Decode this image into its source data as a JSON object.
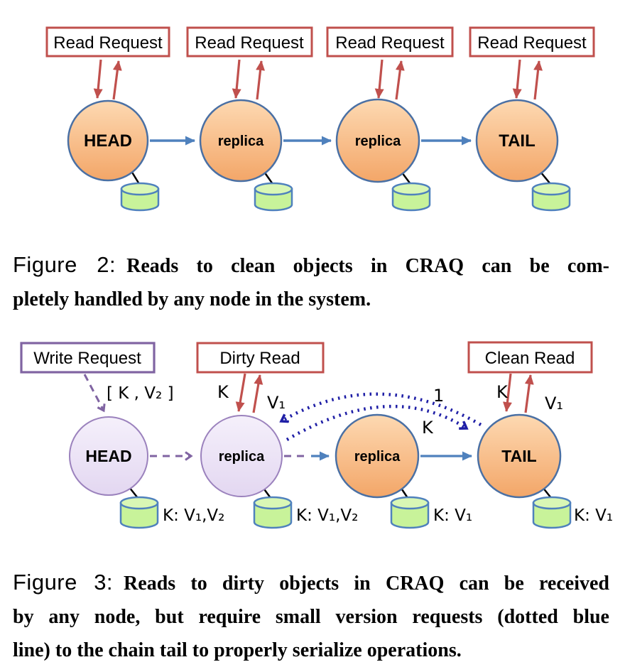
{
  "figure2": {
    "request_boxes": [
      "Read Request",
      "Read Request",
      "Read Request",
      "Read Request"
    ],
    "nodes": [
      {
        "label": "HEAD"
      },
      {
        "label": "replica"
      },
      {
        "label": "replica"
      },
      {
        "label": "TAIL"
      }
    ],
    "caption": {
      "label": "Figure 2:",
      "line1": "Reads to clean objects in CRAQ can be com-",
      "line2": "pletely handled by any node in the system."
    }
  },
  "figure3": {
    "write_box": "Write Request",
    "dirty_box": "Dirty Read",
    "clean_box": "Clean Read",
    "write_payload": "[ K , V₂ ]",
    "dirty_request_key": "K",
    "dirty_response_value": "V₁",
    "version_reply": "1",
    "version_query": "K",
    "clean_request_key": "K",
    "clean_response_value": "V₁",
    "nodes": [
      {
        "label": "HEAD",
        "store": "K: V₁,V₂"
      },
      {
        "label": "replica",
        "store": "K: V₁,V₂"
      },
      {
        "label": "replica",
        "store": "K: V₁"
      },
      {
        "label": "TAIL",
        "store": "K: V₁"
      }
    ],
    "caption": {
      "label": "Figure 3:",
      "line1": "Reads to dirty objects in CRAQ can be received",
      "line2": "by any node, but require small version requests (dotted blue",
      "line3": "line) to the chain tail to properly serialize operations."
    }
  },
  "colors": {
    "request_red": "#c0504d",
    "chain_blue": "#4f81bd",
    "write_purple": "#8064a2",
    "version_navy": "#1f1fa6",
    "node_orange": "#f4a868",
    "node_lavender": "#e9ddf4",
    "node_border_blue": "#4a70a4",
    "node_border_purple": "#9b82bd",
    "cylinder_green": "#c8f39a",
    "text_black": "#000000"
  }
}
